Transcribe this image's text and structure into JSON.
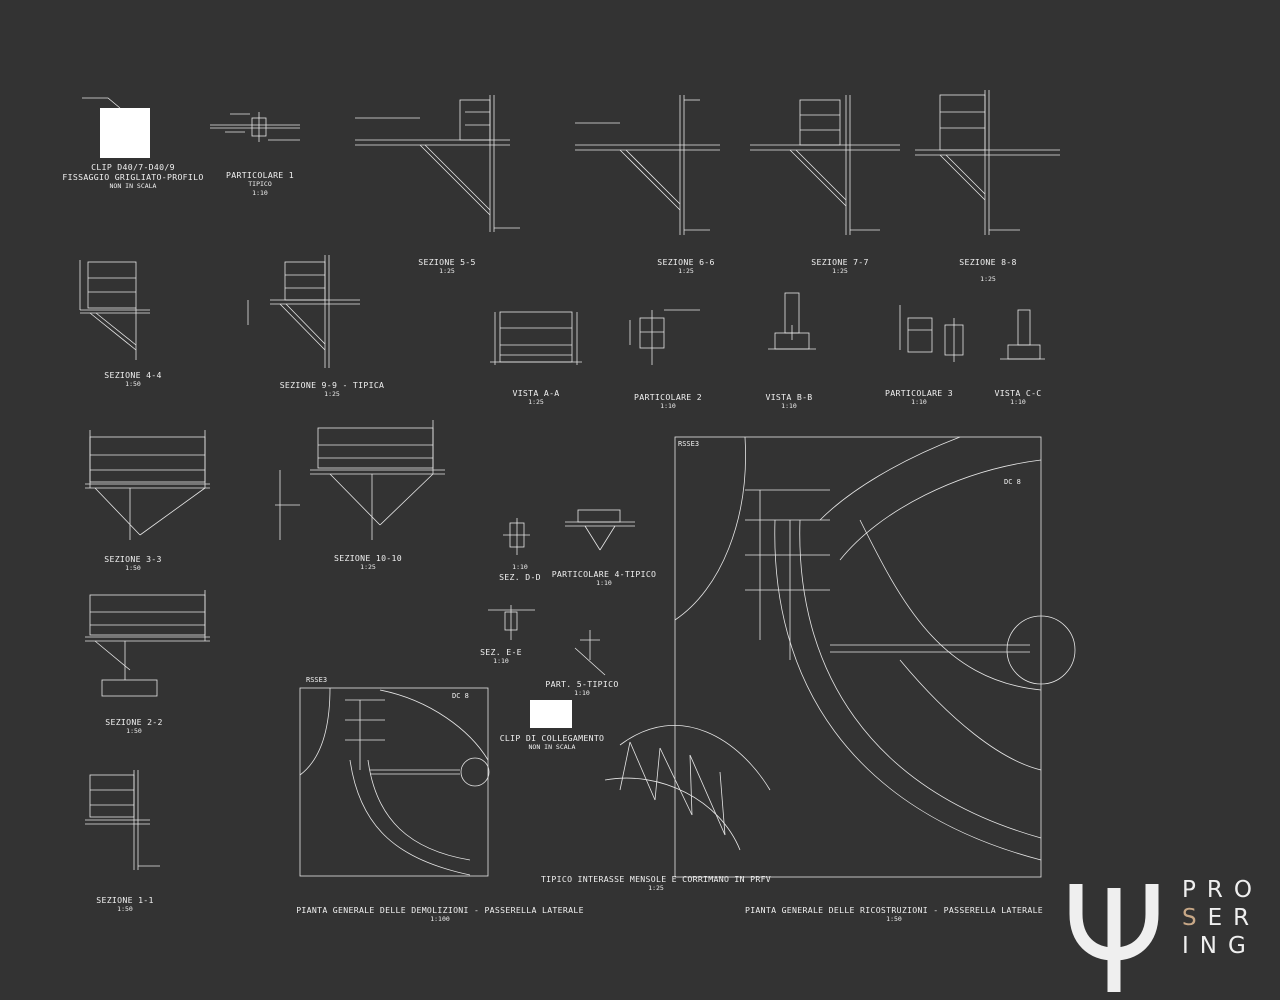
{
  "drawing": {
    "titles": {
      "clip_d40": {
        "line1": "CLIP D40/7-D40/9",
        "line2": "FISSAGGIO GRIGLIATO-PROFILO",
        "line3": "NON IN SCALA"
      },
      "part1": {
        "line1": "PARTICOLARE 1",
        "line2": "TIPICO",
        "line3": "1:10"
      },
      "s55": {
        "line1": "SEZIONE 5-5",
        "line2": "1:25"
      },
      "s66": {
        "line1": "SEZIONE 6-6",
        "line2": "1:25"
      },
      "s77": {
        "line1": "SEZIONE 7-7",
        "line2": "1:25"
      },
      "s88": {
        "line1": "SEZIONE 8-8",
        "line2": "1:25"
      },
      "s44": {
        "line1": "SEZIONE 4-4",
        "line2": "1:50"
      },
      "s99": {
        "line1": "SEZIONE 9-9 - TIPICA",
        "line2": "1:25"
      },
      "vaa": {
        "line1": "VISTA A-A",
        "line2": "1:25"
      },
      "part2": {
        "line1": "PARTICOLARE 2",
        "line2": "1:10"
      },
      "vbb": {
        "line1": "VISTA B-B",
        "line2": "1:10"
      },
      "part3": {
        "line1": "PARTICOLARE 3",
        "line2": "1:10"
      },
      "vcc": {
        "line1": "VISTA C-C",
        "line2": "1:10"
      },
      "s33": {
        "line1": "SEZIONE 3-3",
        "line2": "1:50"
      },
      "s1010": {
        "line1": "SEZIONE 10-10",
        "line2": "1:25"
      },
      "sdd": {
        "line1": "SEZ. D-D",
        "scale_top": "1:10"
      },
      "part4": {
        "line1": "PARTICOLARE 4-TIPICO",
        "line2": "1:10"
      },
      "see": {
        "line1": "SEZ. E-E",
        "line2": "1:10"
      },
      "part5": {
        "line1": "PART. 5-TIPICO",
        "line2": "1:10"
      },
      "s22": {
        "line1": "SEZIONE 2-2",
        "line2": "1:50"
      },
      "clip_coll": {
        "line1": "CLIP DI COLLEGAMENTO",
        "line2": "NON IN SCALA"
      },
      "tipico": {
        "line1": "TIPICO INTERASSE MENSOLE E CORRIMANO IN PRFV",
        "line2": "1:25"
      },
      "s11": {
        "line1": "SEZIONE 1-1",
        "line2": "1:50"
      },
      "pianta_dem": {
        "line1": "PIANTA GENERALE DELLE DEMOLIZIONI - PASSERELLA LATERALE",
        "line2": "1:100"
      },
      "pianta_ric": {
        "line1": "PIANTA GENERALE DELLE RICOSTRUZIONI - PASSERELLA LATERALE",
        "line2": "1:50"
      }
    },
    "tags": {
      "rsse3_small": "RSSE3",
      "dc8_small": "DC 8",
      "rsse3_large": "RSSE3",
      "dc8_large": "DC 8"
    }
  },
  "logo": {
    "letters": [
      "PRO",
      "SER",
      "ING"
    ],
    "accent_color": "#c8a887",
    "mark_icon": "psi-icon"
  },
  "colors": {
    "background": "#333333",
    "lines": "#e6e6e6"
  }
}
